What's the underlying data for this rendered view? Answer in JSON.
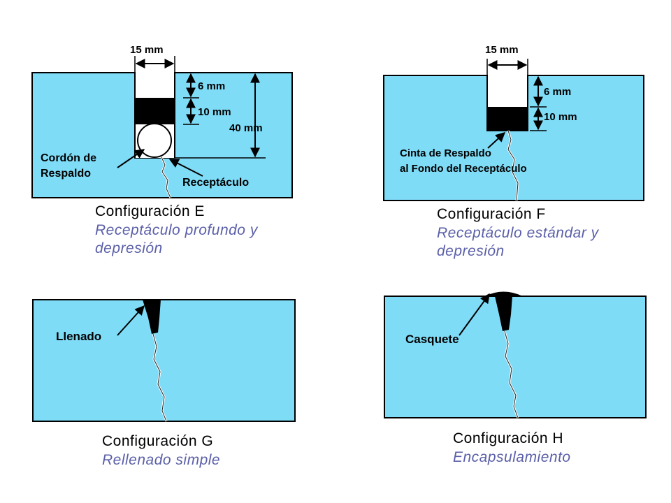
{
  "colors": {
    "substrate": "#7fdcf7",
    "sealant": "#000000",
    "outline": "#000000",
    "subtitle": "#5a5fa8"
  },
  "config_e": {
    "width_label": "15 mm",
    "depth_top_label": "6 mm",
    "depth_seal_label": "10 mm",
    "depth_total_label": "40 mm",
    "backer_label_1": "Cordón de",
    "backer_label_2": "Respaldo",
    "joint_label": "Receptáculo",
    "title": "Configuración E",
    "subtitle_1": "Receptáculo profundo y",
    "subtitle_2": "depresión"
  },
  "config_f": {
    "width_label": "15 mm",
    "depth_top_label": "6 mm",
    "depth_seal_label": "10 mm",
    "tape_label_1": "Cinta de Respaldo",
    "tape_label_2": "al Fondo del Receptáculo",
    "title": "Configuración F",
    "subtitle_1": "Receptáculo estándar y",
    "subtitle_2": "depresión"
  },
  "config_g": {
    "fill_label": "Llenado",
    "title": "Configuración G",
    "subtitle": "Rellenado simple"
  },
  "config_h": {
    "cap_label": "Casquete",
    "title": "Configuración H",
    "subtitle": "Encapsulamiento"
  }
}
